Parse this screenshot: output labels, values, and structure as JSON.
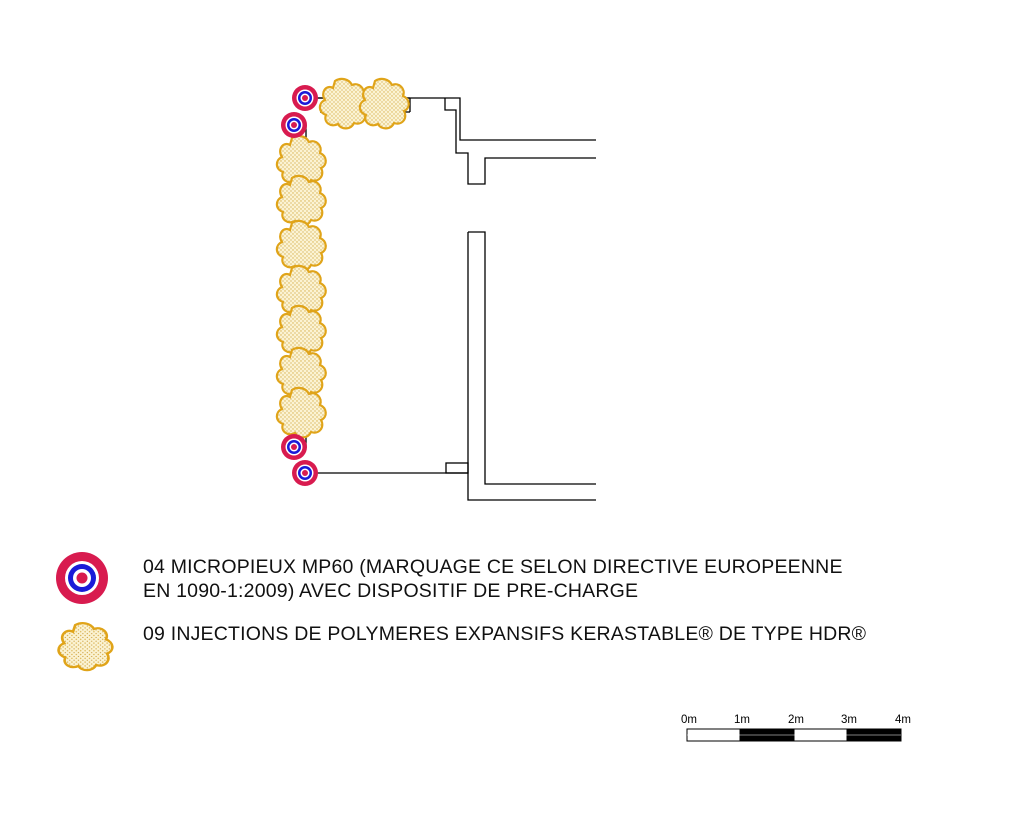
{
  "legend": {
    "micropile_line1": "04 MICROPIEUX MP60 (MARQUAGE CE SELON DIRECTIVE EUROPEENNE",
    "micropile_line2": "EN 1090-1:2009) AVEC DISPOSITIF DE PRE-CHARGE",
    "injection": "09 INJECTIONS DE POLYMERES EXPANSIFS KERASTABLE® DE TYPE HDR®"
  },
  "scale_bar": {
    "labels": [
      "0m",
      "1m",
      "2m",
      "3m",
      "4m"
    ]
  },
  "colors": {
    "micropile_outer": "#d81b4f",
    "micropile_ring": "#1a1ad8",
    "injection_outline": "#e0a419",
    "injection_fill": "#f6e9b8",
    "line": "#000000"
  },
  "icons": {
    "micropile": "micropile-target-icon",
    "injection": "polymer-injection-blob-icon"
  }
}
